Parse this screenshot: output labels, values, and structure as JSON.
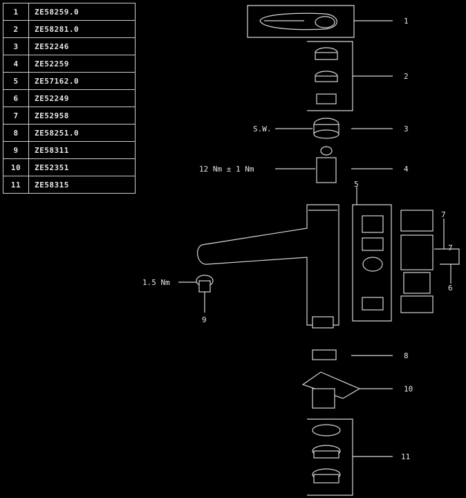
{
  "parts_list": [
    {
      "num": "1",
      "code": "ZE58259.0"
    },
    {
      "num": "2",
      "code": "ZE58281.0"
    },
    {
      "num": "3",
      "code": "ZE52246"
    },
    {
      "num": "4",
      "code": "ZE52259"
    },
    {
      "num": "5",
      "code": "ZE57162.0"
    },
    {
      "num": "6",
      "code": "ZE52249"
    },
    {
      "num": "7",
      "code": "ZE52958"
    },
    {
      "num": "8",
      "code": "ZE58251.0"
    },
    {
      "num": "9",
      "code": "ZE58311"
    },
    {
      "num": "10",
      "code": "ZE52351"
    },
    {
      "num": "11",
      "code": "ZE58315"
    }
  ],
  "callouts": {
    "c1": "1",
    "c2": "2",
    "c3": "3",
    "c4": "4",
    "c5": "5",
    "c6": "6",
    "c7": "7",
    "c7b": "7",
    "c8": "8",
    "c9": "9",
    "c10": "10",
    "c11": "11"
  },
  "annotations": {
    "torque_top": "S.W.",
    "torque_cartridge": "12 Nm ± 1 Nm",
    "torque_screw": "1.5 Nm"
  }
}
